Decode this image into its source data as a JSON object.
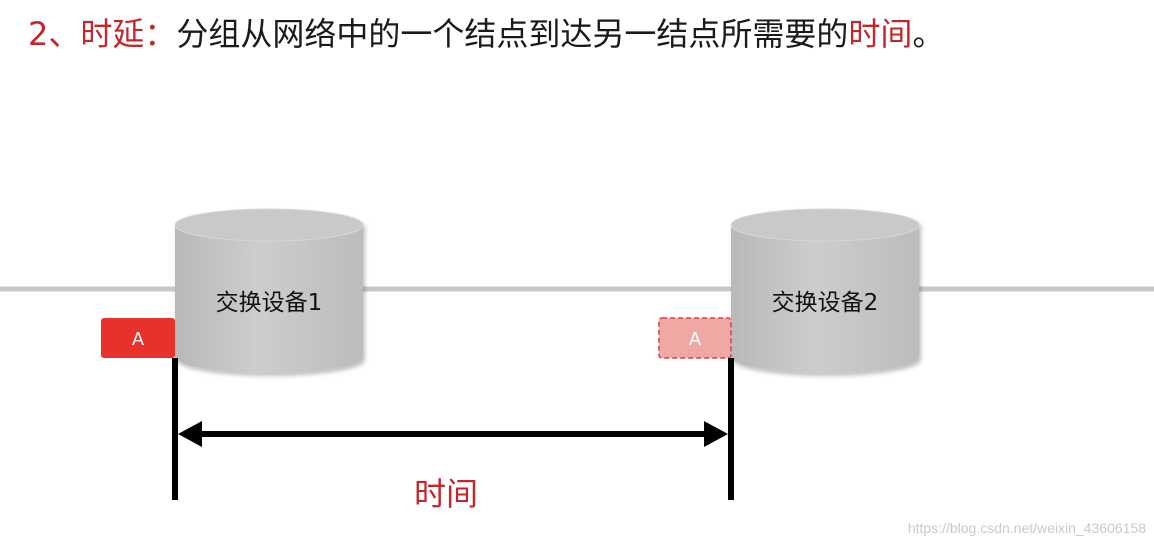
{
  "heading": {
    "number": "2、",
    "term": "时延",
    "colon": "：",
    "text_before": "分组从网络中的一个结点到达另一结点所需要的",
    "text_highlight": "时间",
    "text_end": "。"
  },
  "switches": [
    {
      "label": "交换设备1"
    },
    {
      "label": "交换设备2"
    }
  ],
  "packets": [
    {
      "label": "A",
      "style": "solid"
    },
    {
      "label": "A",
      "style": "faded-dashed"
    }
  ],
  "time_label": "时间",
  "watermark": "https://blog.csdn.net/weixin_43606158",
  "colors": {
    "accent_red": "#c0282c",
    "packet_red": "#e8312a",
    "packet_faded": "#f0a8a4",
    "cylinder_gray": "#c4c4c4",
    "link_gray": "#c8c8c8",
    "arrow_black": "#000000"
  }
}
